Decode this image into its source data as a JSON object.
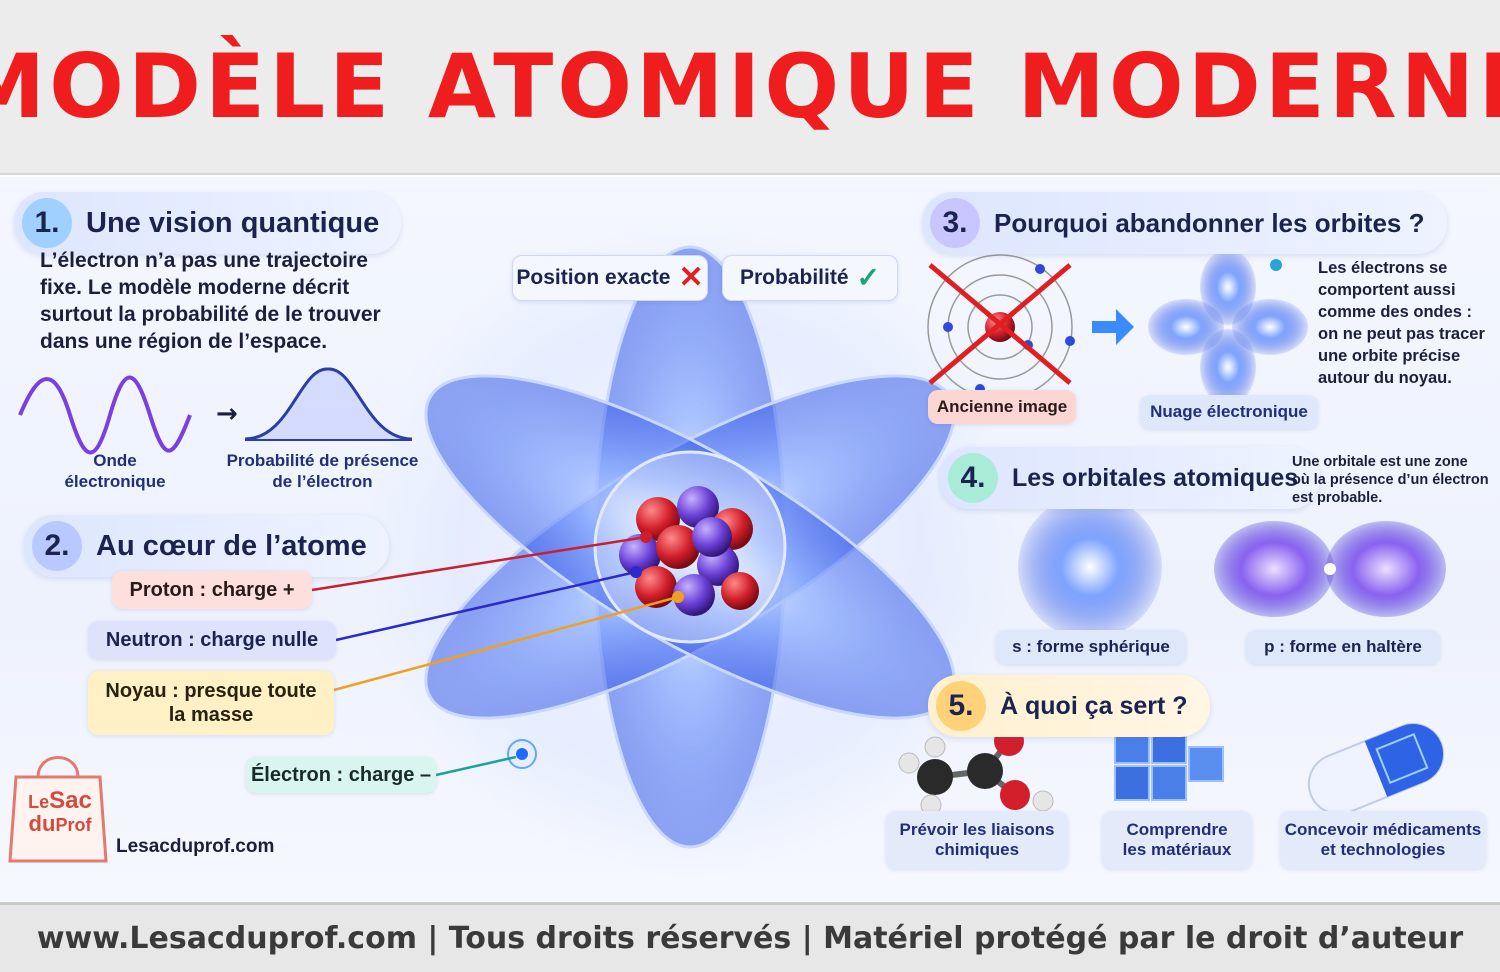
{
  "title": "MODÈLE ATOMIQUE MODERNE",
  "footer": "www.Lesacduprof.com | Tous droits réservés | Matériel protégé par le droit d’auteur",
  "colors": {
    "title": "#ef1d1d",
    "accent_blue": "#3b4fd8",
    "proton": "#d21f2b",
    "neutron": "#6b3fd6",
    "electron": "#1aa39a",
    "noyau": "#f0a020"
  },
  "center": {
    "position_label": "Position exacte",
    "probability_label": "Probabilité"
  },
  "sec1": {
    "num": "1.",
    "title": "Une vision quantique",
    "lines": [
      "L’électron n’a pas une trajectoire",
      "fixe. Le modèle moderne décrit",
      "surtout la probabilité de le trouver",
      "dans une région de l’espace."
    ],
    "wave_caption": [
      "Onde",
      "électronique"
    ],
    "prob_caption": [
      "Probabilité de présence",
      "de l’électron"
    ]
  },
  "sec2": {
    "num": "2.",
    "title": "Au cœur de l’atome",
    "proton": "Proton : charge +",
    "neutron": "Neutron : charge nulle",
    "noyau": [
      "Noyau : presque toute",
      "la masse"
    ],
    "electron": "Électron : charge –"
  },
  "sec3": {
    "num": "3.",
    "title": "Pourquoi abandonner les orbites ?",
    "old_label": "Ancienne image",
    "cloud_label": "Nuage électronique",
    "text": [
      "Les électrons se",
      "comportent aussi",
      "comme des ondes :",
      "on ne peut pas tracer",
      "une orbite précise",
      "autour du noyau."
    ]
  },
  "sec4": {
    "num": "4.",
    "title": "Les orbitales atomiques",
    "text": [
      "Une orbitale est une zone",
      "où la présence d’un électron",
      "est probable."
    ],
    "s_label": "s : forme sphérique",
    "p_label": "p : forme en haltère"
  },
  "sec5": {
    "num": "5.",
    "title": "À quoi ça sert ?",
    "items": [
      [
        "Prévoir les liaisons",
        "chimiques"
      ],
      [
        "Comprendre",
        "les matériaux"
      ],
      [
        "Concevoir médicaments",
        "et technologies"
      ]
    ]
  },
  "logo": {
    "line1": "Le",
    "line2": "Sac",
    "line3": "du",
    "line4": "Prof",
    "site": "Lesacduprof.com"
  }
}
